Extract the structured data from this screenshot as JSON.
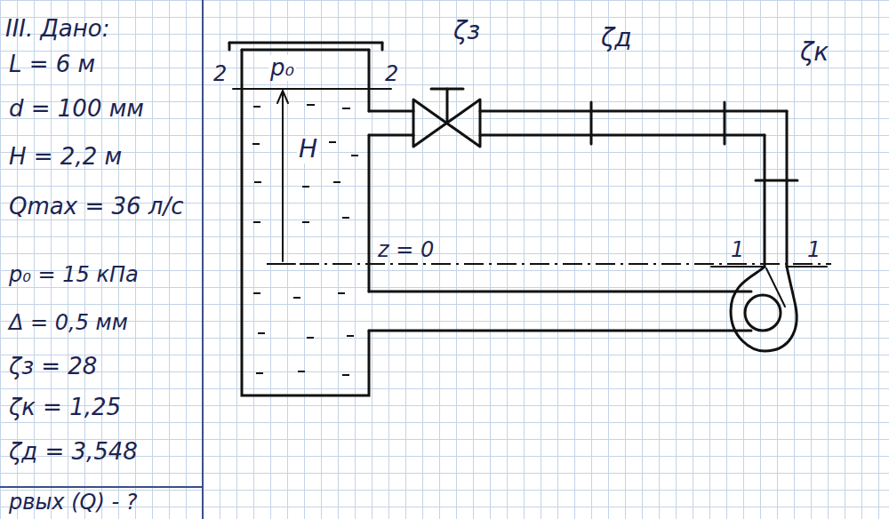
{
  "diagram": {
    "title": "III. Дано:",
    "nodes": [
      {
        "text": [
          "p₀",
          "H"
        ]
      }
    ],
    "labels": [
      "L = 6 м",
      "d = 100 мм",
      "H = 2,2 м",
      "Qmax = 36 л/с",
      "p₀ = 15 кПа",
      "Δ = 0,5 мм",
      "ζз = 28",
      "ζк = 1,25",
      "ζд = 3,548",
      "pвых (Q) - ?",
      "2",
      "2",
      "ζз",
      "ζд",
      "ζк",
      "z = 0",
      "1",
      "1"
    ]
  }
}
